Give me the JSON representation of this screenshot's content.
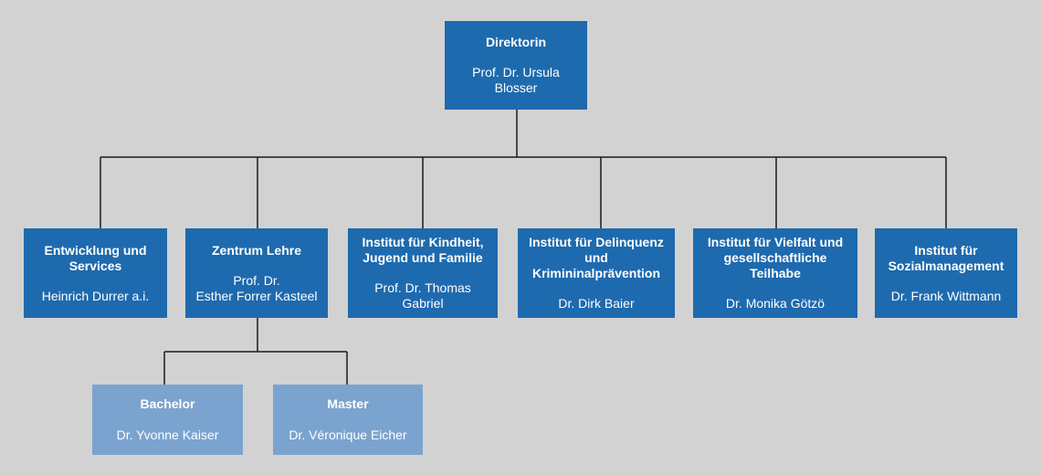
{
  "chart": {
    "root": {
      "title": "Direktorin",
      "person": "Prof. Dr. Ursula Blosser"
    },
    "units": [
      {
        "title": "Entwicklung und\nServices",
        "person": "Heinrich Durrer a.i."
      },
      {
        "title": "Zentrum Lehre",
        "person": "Prof. Dr.\nEsther Forrer Kasteel"
      },
      {
        "title": "Institut für Kindheit,\nJugend und Familie",
        "person": "Prof. Dr. Thomas Gabriel"
      },
      {
        "title": "Institut für Delinquenz\nund Krimininalprävention",
        "person": "Dr. Dirk Baier"
      },
      {
        "title": "Institut für Vielfalt und\ngesellschaftliche Teilhabe",
        "person": "Dr. Monika Götzö"
      },
      {
        "title": "Institut für\nSozialmanagement",
        "person": "Dr. Frank Wittmann"
      }
    ],
    "sub_units": [
      {
        "title": "Bachelor",
        "person": "Dr. Yvonne Kaiser"
      },
      {
        "title": "Master",
        "person": "Dr. Véronique Eicher"
      }
    ],
    "colors": {
      "background": "#d2d2d2",
      "box": "#1e6aae",
      "box_light": "#7ba3d0",
      "text": "#ffffff",
      "line": "#1a1a1a"
    }
  }
}
